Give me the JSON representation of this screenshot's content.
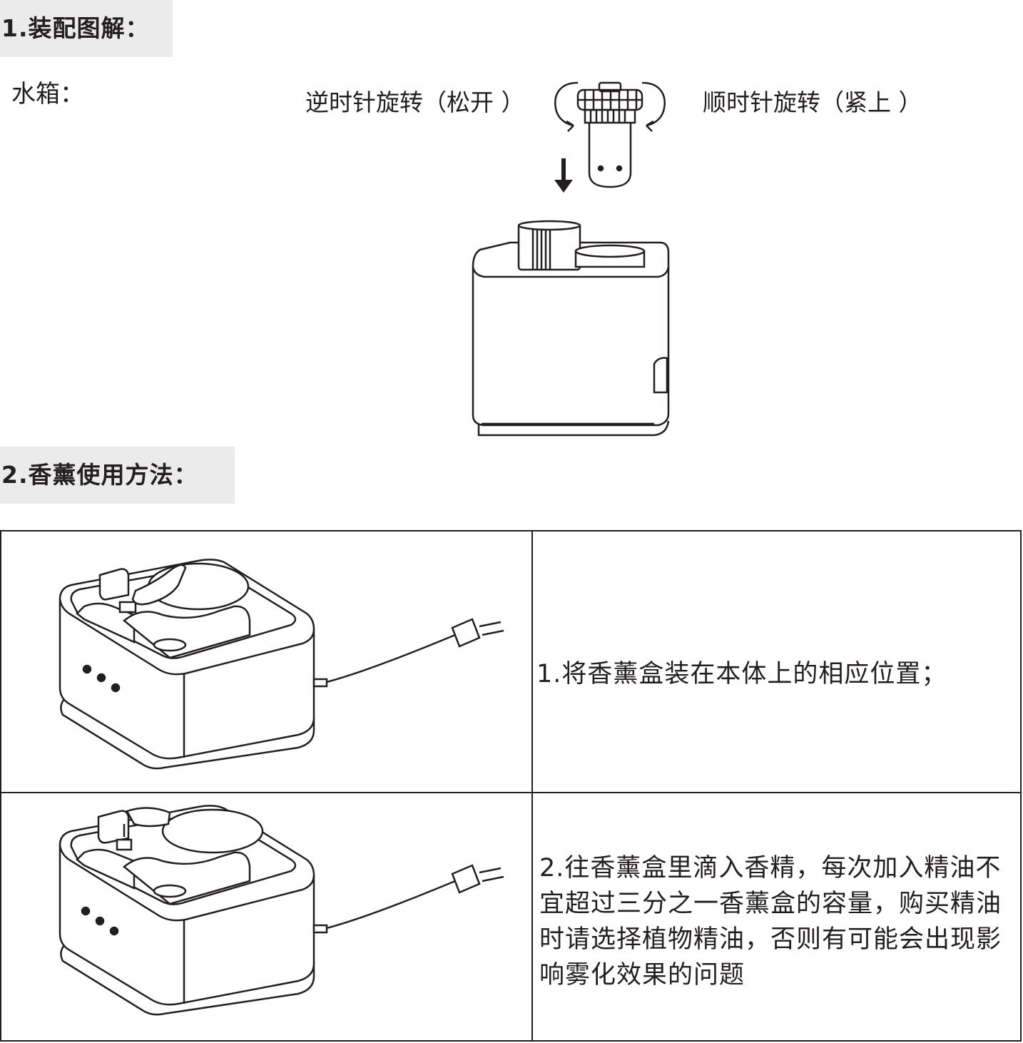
{
  "sections": {
    "assembly": {
      "title": "1.装配图解："
    },
    "aroma": {
      "title": "2.香薰使用方法："
    }
  },
  "tank": {
    "label": "水箱：",
    "rotate_ccw": "逆时针旋转（松开 ）",
    "rotate_cw": "顺时针旋转（紧上 ）"
  },
  "steps": [
    {
      "text": "1.将香薰盒装在本体上的相应位置；"
    },
    {
      "text": "2.往香薰盒里滴入香精，每次加入精油不宜超过三分之一香薰盒的容量，购买精油时请选择植物精油，否则有可能会出现影响雾化效果的问题"
    }
  ]
}
